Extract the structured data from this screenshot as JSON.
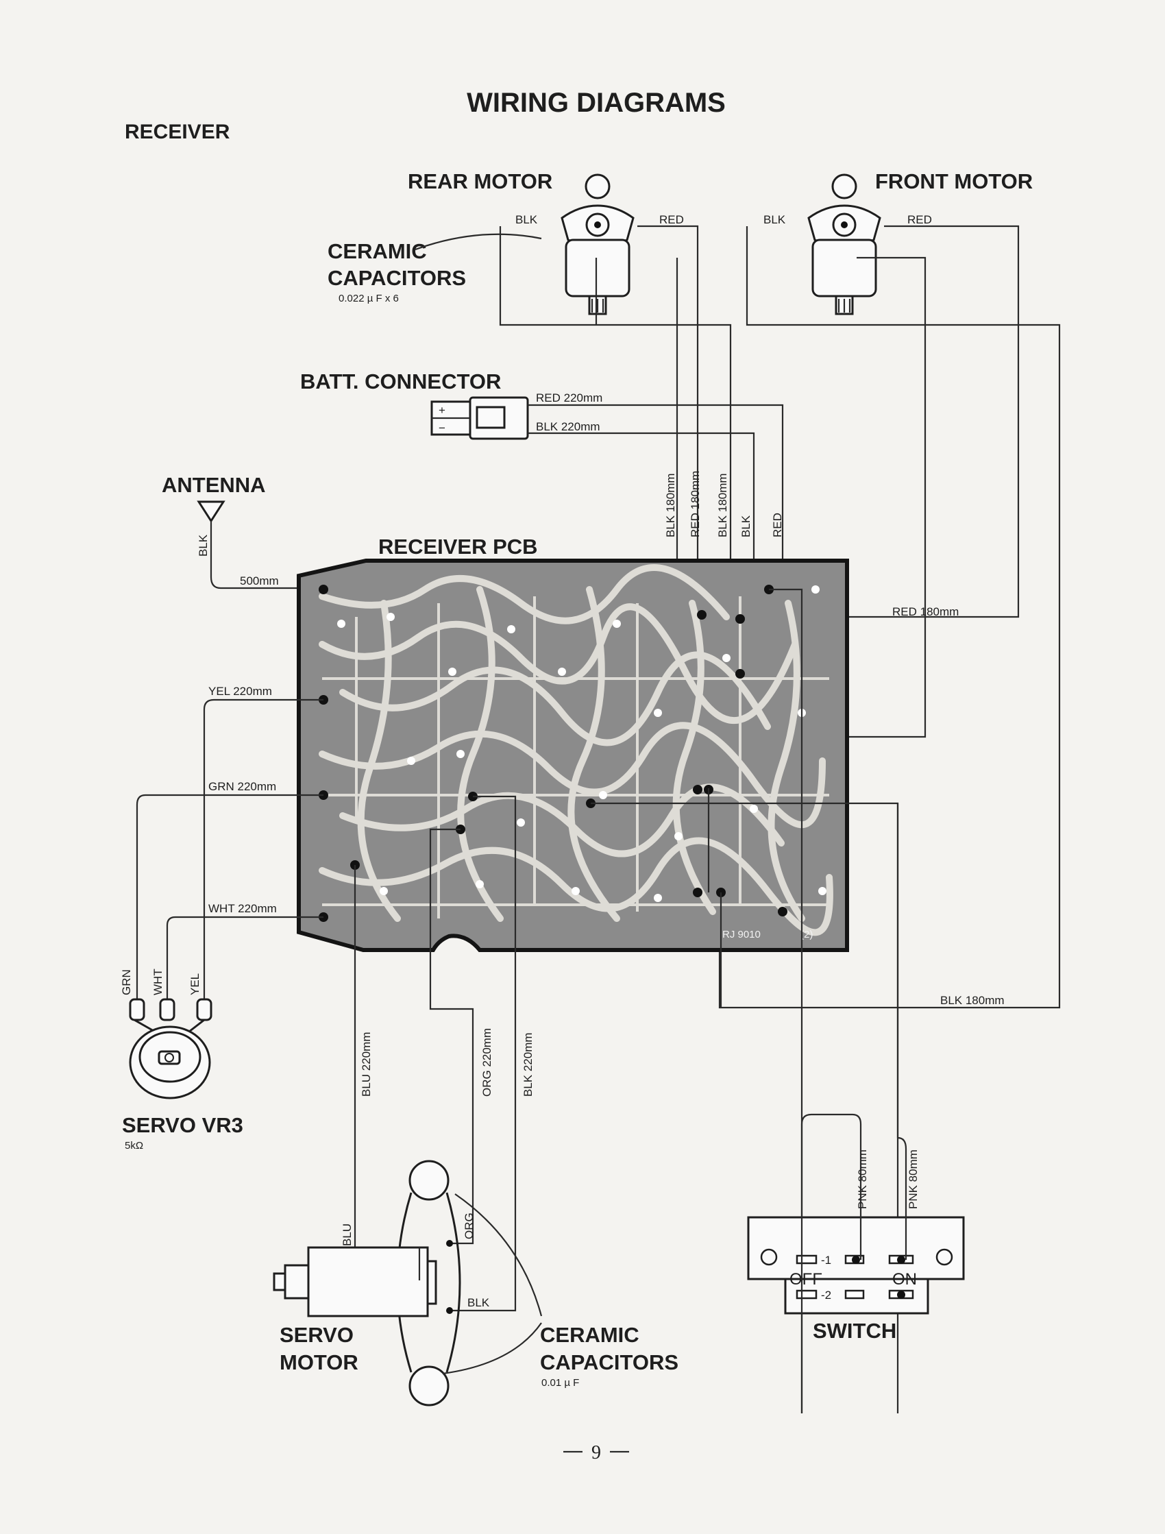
{
  "title": "WIRING DIAGRAMS",
  "section": "RECEIVER",
  "page_number": "9",
  "labels": {
    "rear_motor": "REAR MOTOR",
    "front_motor": "FRONT MOTOR",
    "ceramic_caps_top_1": "CERAMIC",
    "ceramic_caps_top_2": "CAPACITORS",
    "ceramic_caps_top_value": "0.022 µ F x 6",
    "batt_connector": "BATT. CONNECTOR",
    "antenna": "ANTENNA",
    "receiver_pcb": "RECEIVER PCB",
    "servo_vr3": "SERVO VR3",
    "servo_vr3_value": "5kΩ",
    "servo_motor_1": "SERVO",
    "servo_motor_2": "MOTOR",
    "ceramic_caps_bottom_1": "CERAMIC",
    "ceramic_caps_bottom_2": "CAPACITORS",
    "ceramic_caps_bottom_value": "0.01 µ F",
    "switch": "SWITCH",
    "switch_off": "OFF",
    "switch_on": "ON",
    "switch_pos1": "-1",
    "switch_pos2": "-2",
    "pcb_mark": "RJ 9010",
    "pcb_mark_2": "(2)"
  },
  "wires": {
    "rear_blk": "BLK",
    "rear_red": "RED",
    "front_blk": "BLK",
    "front_red": "RED",
    "batt_red": "RED  220mm",
    "batt_blk": "BLK  220mm",
    "antenna_blk": "BLK",
    "antenna_len": "500mm",
    "v_blk180_1": "BLK 180mm",
    "v_red180": "RED 180mm",
    "v_blk180_2": "BLK 180mm",
    "v_blk": "BLK",
    "v_red": "RED",
    "red180_right": "RED  180mm",
    "yel220": "YEL  220mm",
    "grn220": "GRN  220mm",
    "wht220": "WHT  220mm",
    "vr_grn": "GRN",
    "vr_wht": "WHT",
    "vr_yel": "YEL",
    "blu220": "BLU  220mm",
    "org220": "ORG  220mm",
    "blk220": "BLK  220mm",
    "blk180_bottom": "BLK  180mm",
    "pnk80_1": "PNK  80mm",
    "pnk80_2": "PNK  80mm",
    "sm_blu": "BLU",
    "sm_org": "ORG",
    "sm_blk": "BLK"
  },
  "battery_symbols": {
    "plus": "+",
    "minus": "−"
  }
}
